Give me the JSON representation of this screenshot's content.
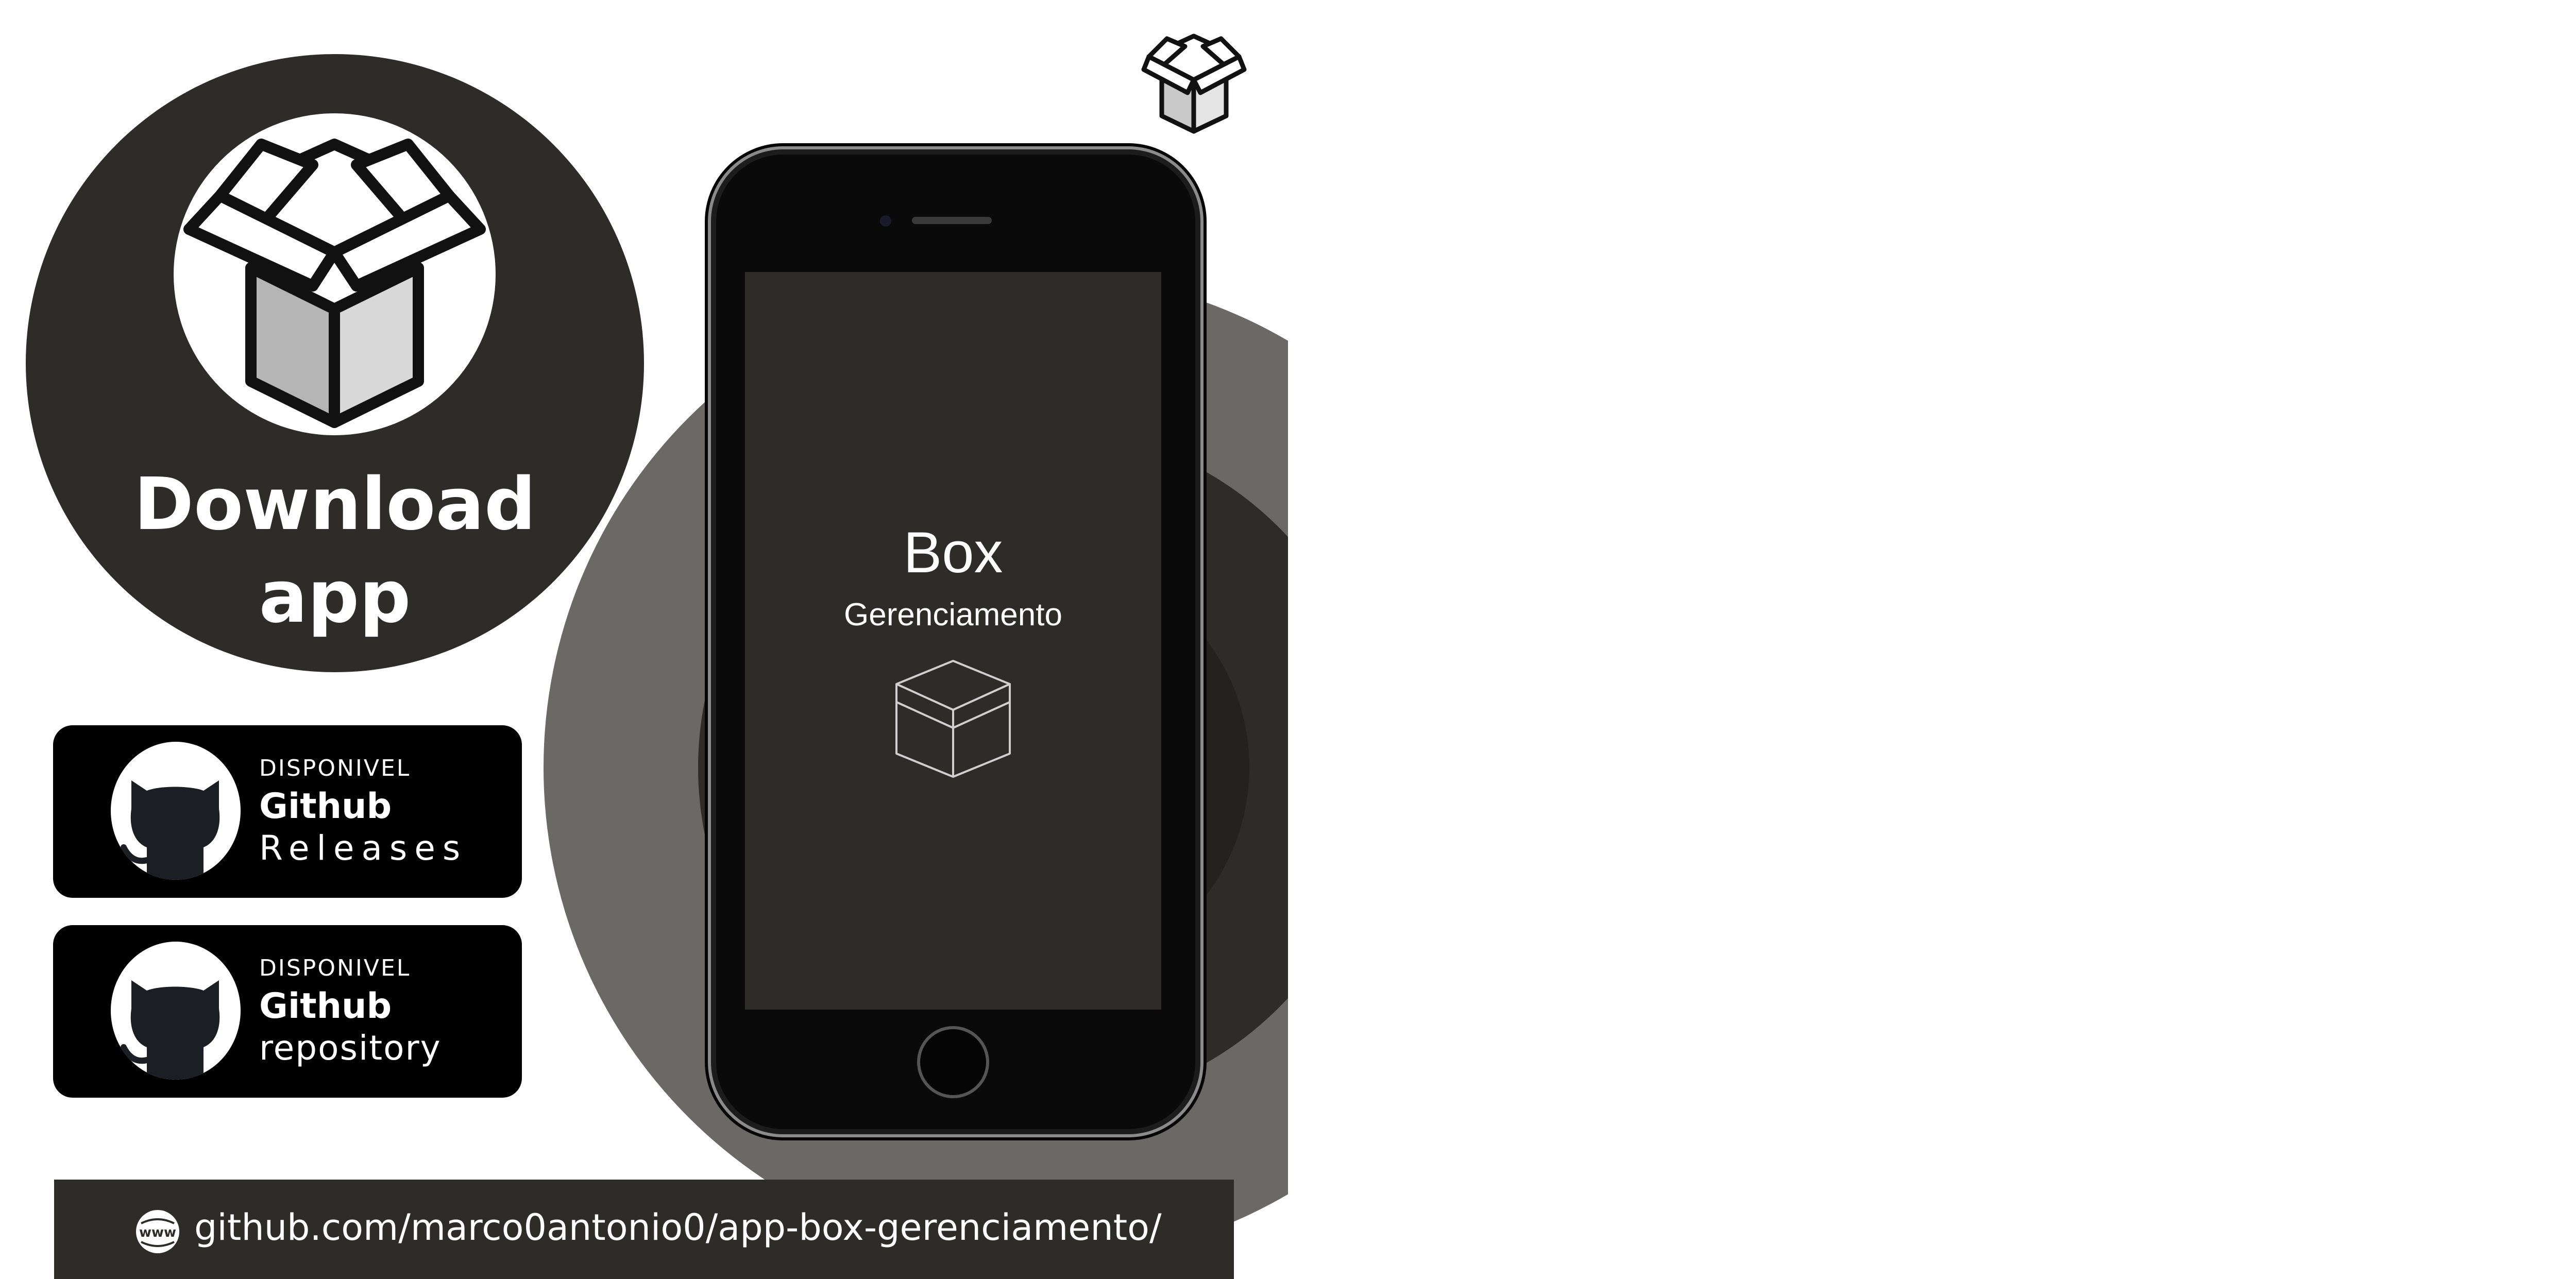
{
  "download": {
    "title": "Download\napp"
  },
  "badges": [
    {
      "kicker": "DISPONIVEL",
      "title": "Github",
      "subtitle": "Releases"
    },
    {
      "kicker": "DISPONIVEL",
      "title": "Github",
      "subtitle": "repository"
    }
  ],
  "phone_screen": {
    "title": "Box",
    "subtitle": "Gerenciamento"
  },
  "url_bar": {
    "url": "github.com/marco0antonio0/app-box-gerenciamento/"
  },
  "icons": {
    "app_logo": "open-box-icon",
    "github": "github-octocat-icon",
    "www": "www-globe-icon",
    "screen_box": "box-outline-icon"
  },
  "colors": {
    "dark": "#2d2c28",
    "mid_gray": "#6a6965",
    "black": "#000000",
    "white": "#ffffff"
  }
}
